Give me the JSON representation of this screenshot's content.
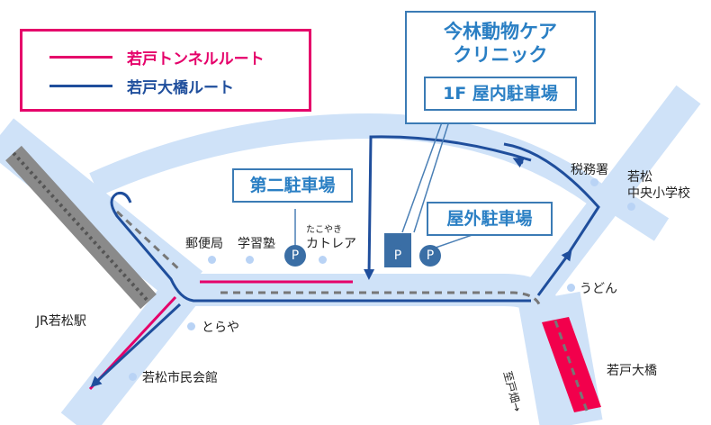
{
  "legend": {
    "tunnel_route": "若戸トンネルルート",
    "bridge_route": "若戸大橋ルート",
    "tunnel_color": "#e5006a",
    "bridge_color": "#1f4e9c"
  },
  "clinic": {
    "name_line1": "今林動物ケア",
    "name_line2": "クリニック",
    "indoor_parking": "1F 屋内駐車場"
  },
  "parking": {
    "second": "第二駐車場",
    "outdoor": "屋外駐車場",
    "pin_label": "P"
  },
  "landmarks": {
    "post_office": "郵便局",
    "cram_school": "学習塾",
    "takoyaki_small": "たこやき",
    "katorea": "カトレア",
    "tax_office": "税務署",
    "school_line1": "若松",
    "school_line2": "中央小学校",
    "udon": "うどん",
    "toraya": "とらや",
    "hall": "若松市民会館",
    "station": "JR若松駅",
    "bridge": "若戸大橋",
    "to_tobata": "至戸畑→"
  },
  "colors": {
    "road": "#cfe2f8",
    "box_text": "#2a7fc4",
    "bridge_fill": "#f2004c"
  }
}
